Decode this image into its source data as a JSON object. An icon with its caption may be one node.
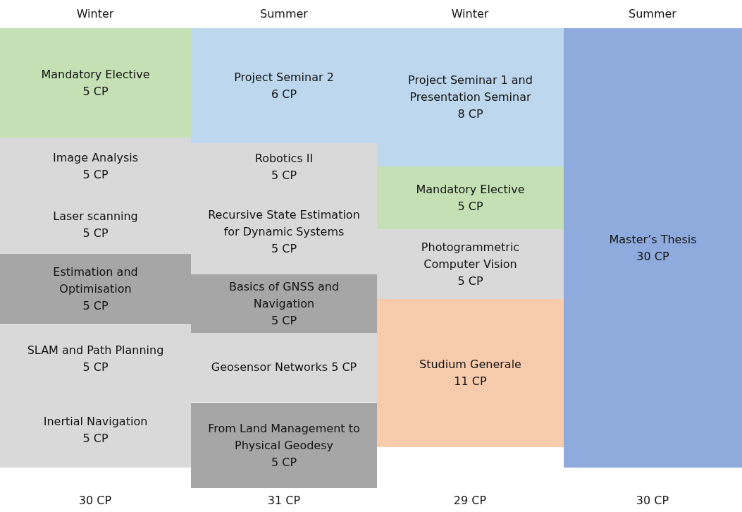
{
  "diagram": {
    "nodes": [
      {
        "text": [
          "Mandatory Elective",
          "5 CP"
        ]
      },
      {
        "text": [
          "Image Analysis",
          "5 CP"
        ]
      },
      {
        "text": [
          "Laser scanning",
          "5 CP"
        ]
      },
      {
        "text": [
          "Estimation and Optimisation",
          "5 CP"
        ]
      },
      {
        "text": [
          "SLAM and Path Planning",
          "5 CP"
        ]
      },
      {
        "text": [
          "Inertial Navigation",
          "5 CP"
        ]
      },
      {
        "text": [
          "Project Seminar 2",
          "6 CP"
        ]
      },
      {
        "text": [
          "Robotics II",
          "5 CP"
        ]
      },
      {
        "text": [
          "Recursive State Estimation for Dynamic Systems",
          "5 CP"
        ]
      },
      {
        "text": [
          "Basics of GNSS and Navigation",
          "5 CP"
        ]
      },
      {
        "text": [
          "Geosensor Networks 5 CP"
        ]
      },
      {
        "text": [
          "From Land Management to Physical Geodesy",
          "5 CP"
        ]
      },
      {
        "text": [
          "Project Seminar 1 and Presentation Seminar",
          "8 CP"
        ]
      },
      {
        "text": [
          "Mandatory Elective",
          "5 CP"
        ]
      },
      {
        "text": [
          "Photogrammetric Computer Vision",
          "5 CP"
        ]
      },
      {
        "text": [
          "Studium Generale",
          "11 CP"
        ]
      },
      {
        "text": [
          "Master’s Thesis",
          "30 CP"
        ]
      }
    ],
    "labels": [
      "Winter",
      "Summer",
      "Winter",
      "Summer",
      "30 CP",
      "31 CP",
      "29 CP",
      "30 CP"
    ]
  }
}
